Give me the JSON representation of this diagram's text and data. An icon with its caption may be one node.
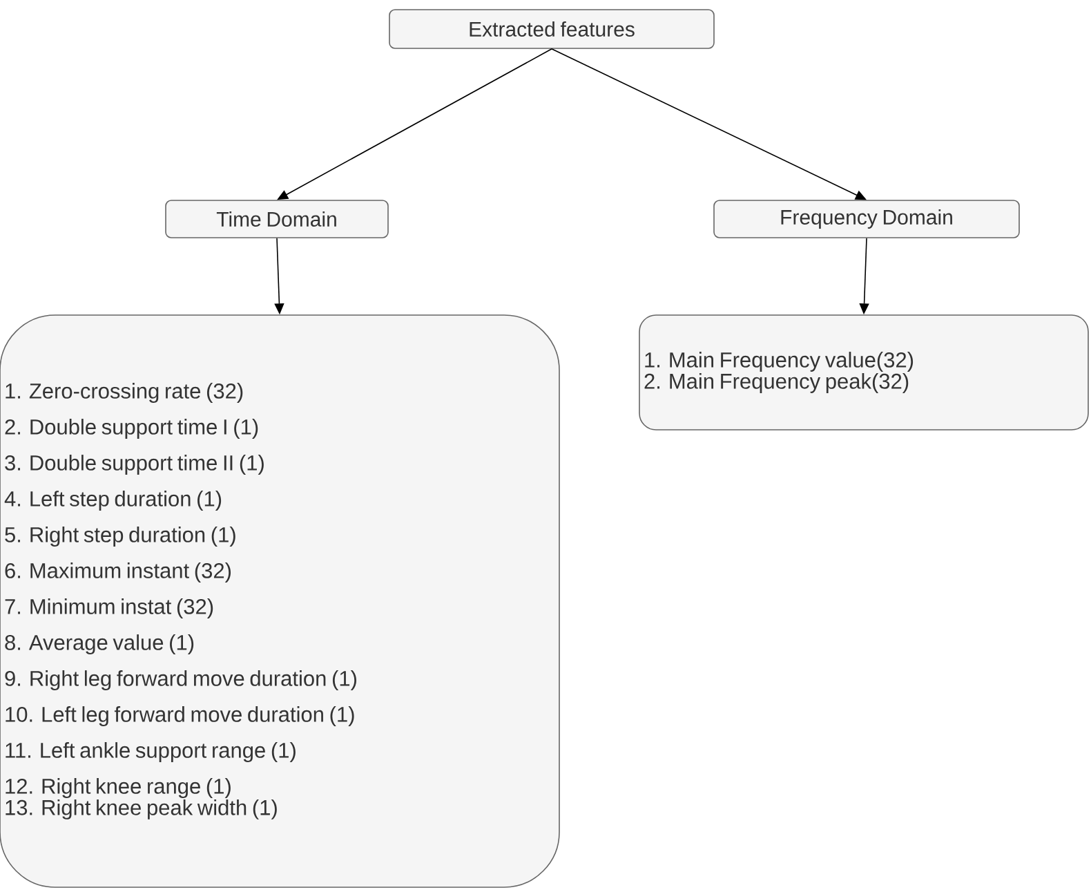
{
  "diagram": {
    "nodes": [
      {
        "text": [
          "Extracted features"
        ]
      },
      {
        "text": [
          "Time Domain"
        ]
      },
      {
        "text": [
          "Frequency Domain"
        ]
      },
      {
        "text": [
          "1. Zero-crossing rate (32)",
          "2. Double support time I (1)",
          "3. Double support time II (1)",
          "4. Left step duration (1)",
          "5. Right step duration (1)",
          "6. Maximum instant (32)",
          "7. Minimum instat (32)",
          "8. Average value (1)",
          "9.  Right leg forward move duration (1)",
          "10. Left leg forward move duration (1)",
          "11. Left ankle support range (1)",
          "12. Right knee range (1)",
          "13. Right knee peak width (1)"
        ]
      },
      {
        "text": [
          "1. Main Frequency value(32)",
          "2. Main Frequency peak(32)"
        ]
      }
    ],
    "edges": [
      {
        "from": 0,
        "to": 1,
        "arrow": "to"
      },
      {
        "from": 0,
        "to": 2,
        "arrow": "to"
      },
      {
        "from": 1,
        "to": 3,
        "arrow": "to"
      },
      {
        "from": 2,
        "to": 4,
        "arrow": "to"
      }
    ]
  }
}
